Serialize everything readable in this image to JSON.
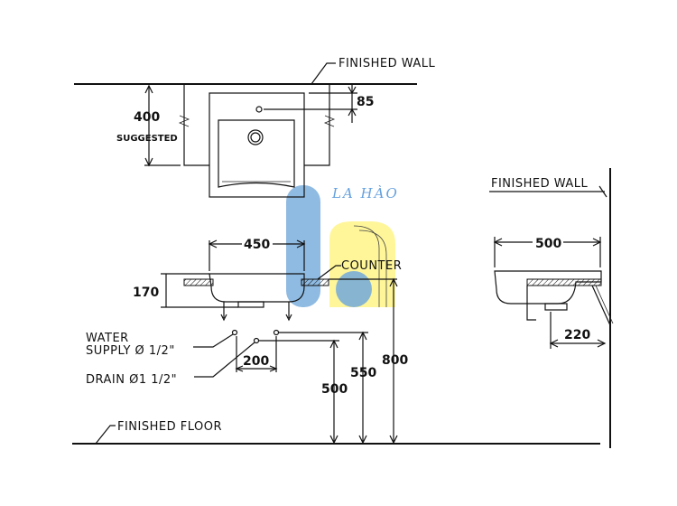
{
  "labels": {
    "finished_wall_top": "FINISHED WALL",
    "finished_wall_side": "FINISHED WALL",
    "counter": "COUNTER",
    "water_supply_line1": "WATER",
    "water_supply_line2": "SUPPLY Ø 1/2\"",
    "drain": "DRAIN Ø1 1/2\"",
    "finished_floor": "FINISHED FLOOR",
    "suggested": "SUGGESTED"
  },
  "dimensions": {
    "d400": "400",
    "d85": "85",
    "d450": "450",
    "d170": "170",
    "d200": "200",
    "d500_floor": "500",
    "d550": "550",
    "d800": "800",
    "d500_side": "500",
    "d220": "220"
  },
  "watermark": {
    "text": "LA HÀO",
    "colors": {
      "blue": "#5b9bd5",
      "yellow": "#fff36b"
    }
  }
}
